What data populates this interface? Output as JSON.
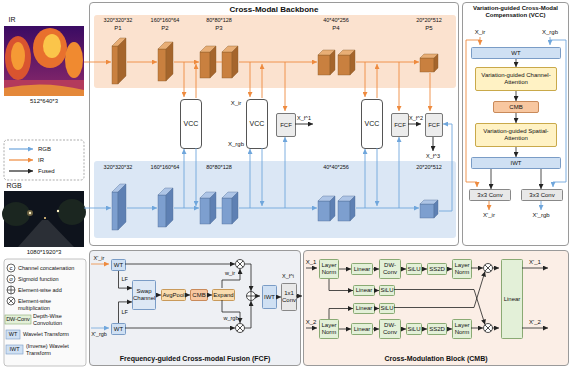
{
  "diagram": {
    "nodes": [
      {
        "text": [
          "Cross-Modal Backbone"
        ]
      },
      {
        "text": [
          "VCC"
        ],
        "in": 0
      },
      {
        "text": [
          "VCC"
        ],
        "in": 0
      },
      {
        "text": [
          "FCF"
        ],
        "in": 0
      },
      {
        "text": [
          "VCC"
        ],
        "in": 0
      },
      {
        "text": [
          "FCF"
        ],
        "in": 0
      },
      {
        "text": [
          "FCF"
        ],
        "in": 0
      },
      {
        "text": [
          "Variation-guided Cross-Modal Compensation (VCC)"
        ]
      },
      {
        "text": [
          "WT"
        ],
        "in": 7
      },
      {
        "text": [
          "Variation-guided Channel-Attention"
        ],
        "in": 7
      },
      {
        "text": [
          "CMB"
        ],
        "in": 7
      },
      {
        "text": [
          "Variation-guided Spatial-Attention"
        ],
        "in": 7
      },
      {
        "text": [
          "IWT"
        ],
        "in": 7
      },
      {
        "text": [
          "3x3 Conv"
        ],
        "in": 7
      },
      {
        "text": [
          "3x3 Conv"
        ],
        "in": 7
      },
      {
        "text": [
          "Frequency-guided Cross-modal Fusion (FCF)"
        ]
      },
      {
        "text": [
          "WT"
        ],
        "in": 15
      },
      {
        "text": [
          "WT"
        ],
        "in": 15
      },
      {
        "text": [
          "Swap Channel"
        ],
        "in": 15
      },
      {
        "text": [
          "AvgPool"
        ],
        "in": 15
      },
      {
        "text": [
          "CMB"
        ],
        "in": 15
      },
      {
        "text": [
          "Expand"
        ],
        "in": 15
      },
      {
        "text": [
          "IWT"
        ],
        "in": 15
      },
      {
        "text": [
          "1x1 Conv"
        ],
        "in": 15
      },
      {
        "text": [
          "Cross-Modulation Block (CMB)"
        ]
      },
      {
        "text": [
          "Layer Norm"
        ],
        "in": 24
      },
      {
        "text": [
          "Linear"
        ],
        "in": 24
      },
      {
        "text": [
          "DW-Conv"
        ],
        "in": 24
      },
      {
        "text": [
          "SiLU"
        ],
        "in": 24
      },
      {
        "text": [
          "SS2D"
        ],
        "in": 24
      },
      {
        "text": [
          "Layer Norm"
        ],
        "in": 24
      },
      {
        "text": [
          "Linear"
        ],
        "in": 24
      },
      {
        "text": [
          "SiLU"
        ],
        "in": 24
      },
      {
        "text": [
          "Linear"
        ],
        "in": 24
      },
      {
        "text": [
          "SiLU"
        ],
        "in": 24
      },
      {
        "text": [
          "Layer Norm"
        ],
        "in": 24
      },
      {
        "text": [
          "Linear"
        ],
        "in": 24
      },
      {
        "text": [
          "DW-Conv"
        ],
        "in": 24
      },
      {
        "text": [
          "SiLU"
        ],
        "in": 24
      },
      {
        "text": [
          "SS2D"
        ],
        "in": 24
      },
      {
        "text": [
          "Layer Norm"
        ],
        "in": 24
      },
      {
        "text": [
          "Linear"
        ],
        "in": 24
      }
    ],
    "edges": [
      {
        "from": 8,
        "to": 9,
        "arrow": "to"
      },
      {
        "from": 9,
        "to": 10,
        "arrow": "to"
      },
      {
        "from": 10,
        "to": 11,
        "arrow": "to"
      },
      {
        "from": 11,
        "to": 12,
        "arrow": "to"
      },
      {
        "from": 12,
        "to": 13,
        "arrow": "to"
      },
      {
        "from": 12,
        "to": 14,
        "arrow": "to"
      },
      {
        "from": 16,
        "to": 18,
        "label": "LF",
        "arrow": "to"
      },
      {
        "from": 17,
        "to": 18,
        "label": "LF",
        "arrow": "to"
      },
      {
        "from": 18,
        "to": 19,
        "arrow": "to"
      },
      {
        "from": 19,
        "to": 20,
        "arrow": "to"
      },
      {
        "from": 20,
        "to": 21,
        "arrow": "to"
      },
      {
        "from": 22,
        "to": 23,
        "arrow": "to"
      },
      {
        "from": 25,
        "to": 26,
        "arrow": "to"
      },
      {
        "from": 26,
        "to": 27,
        "arrow": "to"
      },
      {
        "from": 27,
        "to": 28,
        "arrow": "to"
      },
      {
        "from": 28,
        "to": 29,
        "arrow": "to"
      },
      {
        "from": 29,
        "to": 30,
        "arrow": "to"
      },
      {
        "from": 25,
        "to": 31,
        "arrow": "to"
      },
      {
        "from": 31,
        "to": 32,
        "arrow": "to"
      },
      {
        "from": 33,
        "to": 34,
        "arrow": "to"
      },
      {
        "from": 35,
        "to": 33,
        "arrow": "to"
      },
      {
        "from": 35,
        "to": 36,
        "arrow": "to"
      },
      {
        "from": 36,
        "to": 37,
        "arrow": "to"
      },
      {
        "from": 37,
        "to": 38,
        "arrow": "to"
      },
      {
        "from": 38,
        "to": 39,
        "arrow": "to"
      },
      {
        "from": 39,
        "to": 40,
        "arrow": "to"
      }
    ],
    "labels": [
      "IR",
      "512*640*3",
      "RGB",
      "1080*1920*3",
      "320*320*32",
      "P1",
      "160*160*64",
      "P2",
      "80*80*128",
      "P3",
      "40*40*256",
      "P4",
      "20*20*512",
      "P5",
      "320*320*32",
      "160*160*64",
      "80*80*128",
      "40*40*256",
      "20*20*512",
      "X_ir",
      "X_rgb",
      "X_f^1",
      "X_f^2",
      "X_f^3",
      "X_ir",
      "X_rgb",
      "X'_ir",
      "X'_rgb",
      "X'_ir",
      "X'_rgb",
      "w_ir",
      "w_rgb",
      "X_f^i",
      "X_1",
      "X_2",
      "X'_1",
      "X'_2",
      "c",
      "σ",
      "DW-Conv",
      "WT",
      "IWT"
    ],
    "legend": [
      {
        "text": "RGB"
      },
      {
        "text": "IR"
      },
      {
        "text": "Fused"
      },
      {
        "text": "Channel concatenation"
      },
      {
        "text": "Sigmoid function"
      },
      {
        "text": "Element-wise add"
      },
      {
        "text": "Element-wise multiplication"
      },
      {
        "text": "Depth-Wise Convolution"
      },
      {
        "text": "Wavelet Transform"
      },
      {
        "text": "(Inverse) Wavelet Transform"
      }
    ]
  }
}
